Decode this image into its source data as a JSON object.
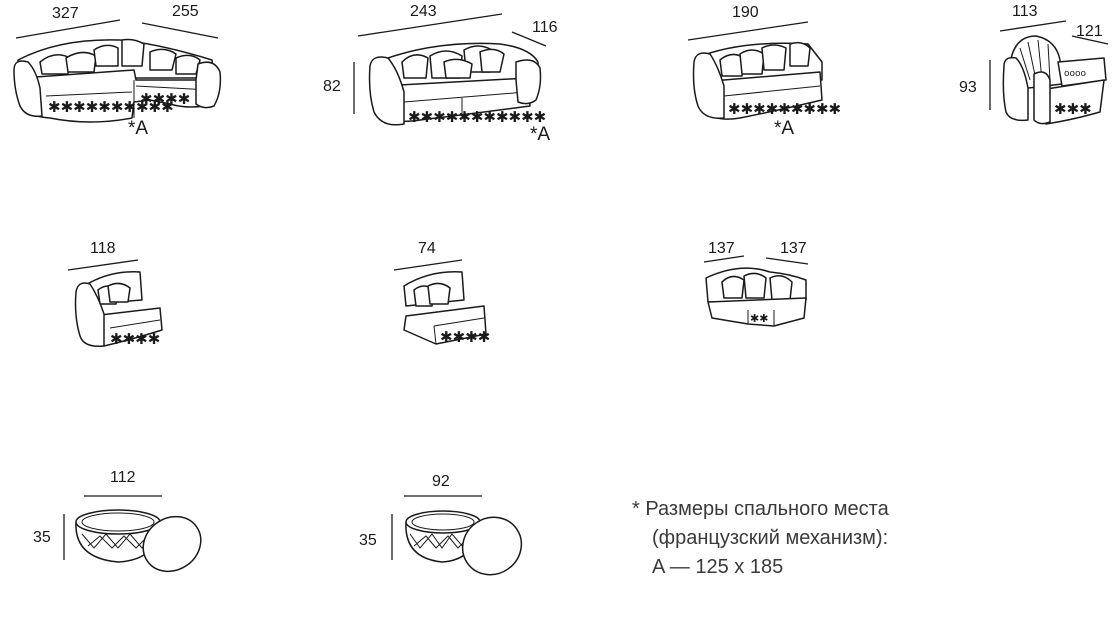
{
  "dimensions": {
    "corner_sofa": {
      "width_left": "327",
      "width_right": "255",
      "bed_mark": "*A"
    },
    "sofa_large": {
      "width": "243",
      "depth": "116",
      "height": "82",
      "bed_mark": "*A"
    },
    "sofa_small": {
      "width": "190",
      "bed_mark": "*A"
    },
    "armchair": {
      "width": "113",
      "depth": "121",
      "height": "93"
    },
    "end_module": {
      "width": "118"
    },
    "armless_module": {
      "width": "74"
    },
    "corner_module": {
      "width_left": "137",
      "width_right": "137"
    },
    "pouf_large": {
      "width": "112",
      "height": "35"
    },
    "pouf_small": {
      "width": "92",
      "height": "35"
    }
  },
  "note": {
    "line1": "* Размеры спального места",
    "line2": "(французский механизм):",
    "line3": "A — 125 x 185"
  }
}
